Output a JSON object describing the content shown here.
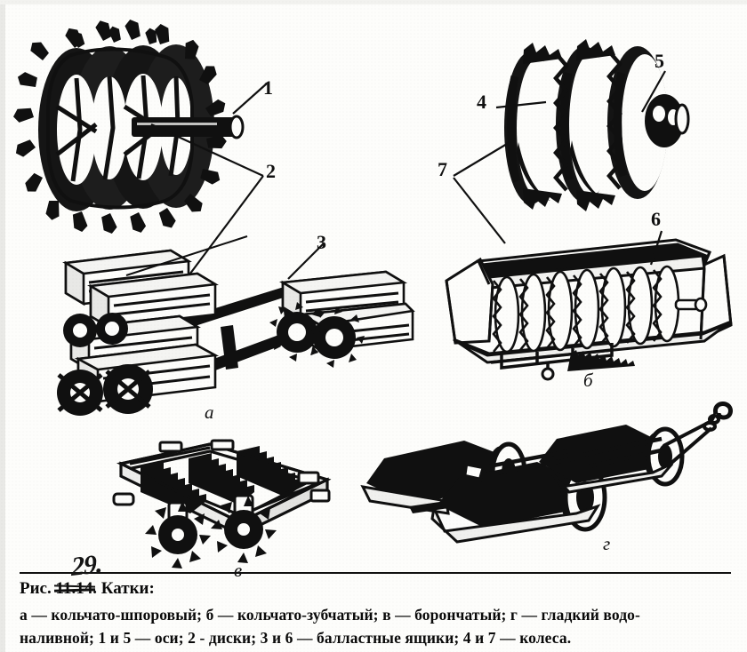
{
  "figure": {
    "label_prefix": "Рис.",
    "printed_number": "11.14",
    "handwritten_number": "29.",
    "title": "Катки:",
    "caption_lines": [
      "а — кольчато-шпоровый;  б — кольчато-зубчатый;  в — борончатый;  г — гладкий водо-",
      "наливной; 1 и 5 — оси; 2 -  диски; 3 и 6 — балластные ящики; 4 и 7 — колеса."
    ],
    "caption_segments": [
      {
        "letter": "а",
        "text": "— кольчато-шпоровый;"
      },
      {
        "letter": "б",
        "text": "— кольчато-зубчатый;"
      },
      {
        "letter": "в",
        "text": "— борончатый;"
      },
      {
        "letter": "г",
        "text": "— гладкий водоналивной;"
      },
      {
        "letter": "1 и 5",
        "text": "— оси;"
      },
      {
        "letter": "2",
        "text": "-  диски;"
      },
      {
        "letter": "3 и 6",
        "text": "— балластные ящики;"
      },
      {
        "letter": "4 и 7",
        "text": "— колеса."
      }
    ]
  },
  "panels": [
    {
      "id": "a",
      "letter": "а",
      "name": "кольчато-шпоровый каток"
    },
    {
      "id": "b",
      "letter": "б",
      "name": "кольчато-зубчатый каток"
    },
    {
      "id": "v",
      "letter": "в",
      "name": "борончатый каток"
    },
    {
      "id": "g",
      "letter": "г",
      "name": "гладкий водоналивной каток"
    }
  ],
  "callouts": [
    {
      "id": "1",
      "label": "1",
      "refers_to": "ось"
    },
    {
      "id": "2",
      "label": "2",
      "refers_to": "диски"
    },
    {
      "id": "3",
      "label": "3",
      "refers_to": "балластный ящик"
    },
    {
      "id": "4",
      "label": "4",
      "refers_to": "колесо"
    },
    {
      "id": "5",
      "label": "5",
      "refers_to": "ось"
    },
    {
      "id": "6",
      "label": "6",
      "refers_to": "балластный ящик"
    },
    {
      "id": "7",
      "label": "7",
      "refers_to": "колеса"
    }
  ],
  "colors": {
    "ink": "#101010",
    "paper": "#fdfdfb"
  }
}
